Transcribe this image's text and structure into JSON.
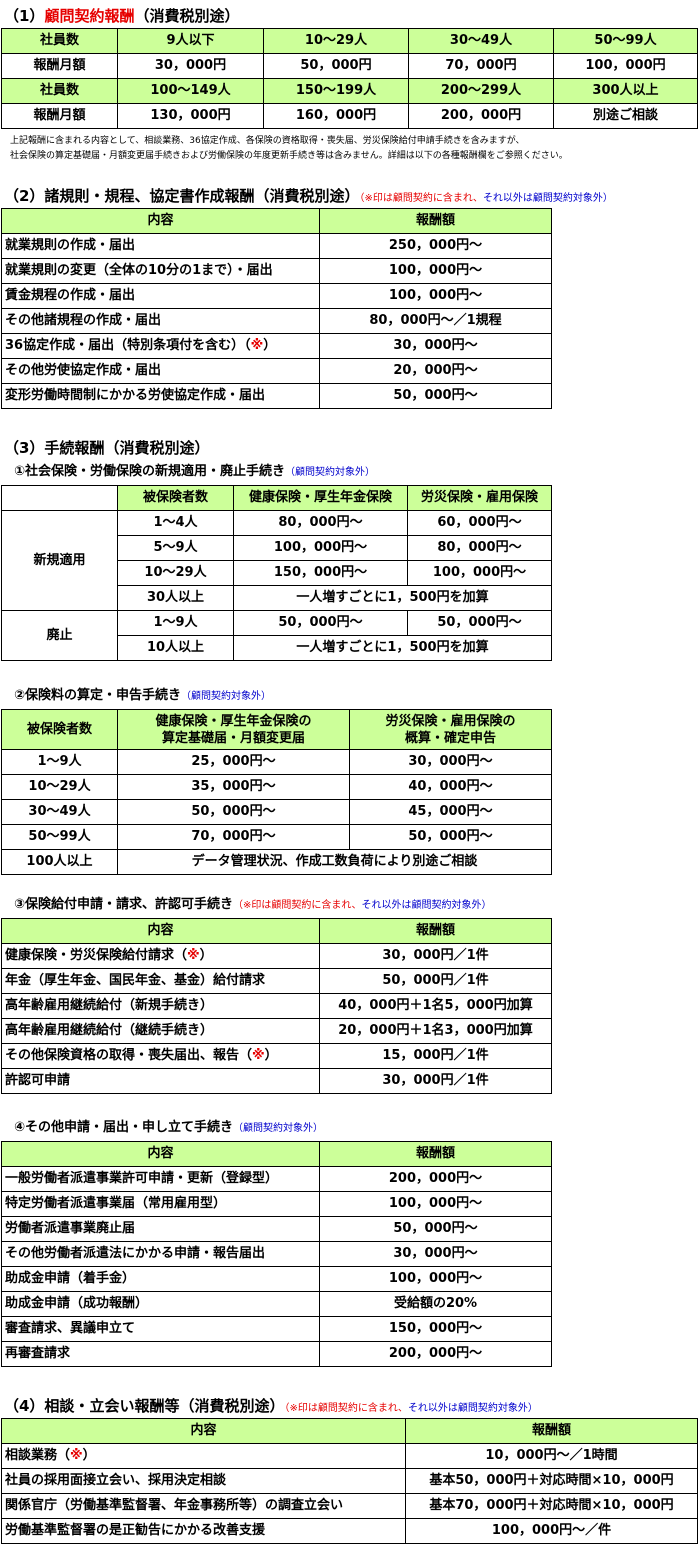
{
  "s1": {
    "title_pre": "（1）",
    "title_red": "顧問契約報酬",
    "title_post": "（消費税別途）",
    "rows": [
      {
        "head": "社員数",
        "cells": [
          "9人以下",
          "10～29人",
          "30～49人",
          "50～99人"
        ],
        "green": true
      },
      {
        "head": "報酬月額",
        "cells": [
          "30，000円",
          "50，000円",
          "70，000円",
          "100，000円"
        ],
        "green": false
      },
      {
        "head": "社員数",
        "cells": [
          "100～149人",
          "150～199人",
          "200～299人",
          "300人以上"
        ],
        "green": true
      },
      {
        "head": "報酬月額",
        "cells": [
          "130，000円",
          "160，000円",
          "200，000円",
          "別途ご相談"
        ],
        "green": false
      }
    ],
    "note1": "上記報酬に含まれる内容として、相談業務、36協定作成、各保険の資格取得・喪失届、労災保険給付申請手続きを含みますが、",
    "note2": "社会保険の算定基礎届・月額変更届手続きおよび労働保険の年度更新手続き等は含みません。詳細は以下の各種報酬欄をご参照ください。"
  },
  "s2": {
    "title": "（2）諸規則・規程、協定書作成報酬（消費税別途）",
    "note_red": "（※印は顧問契約に含まれ、",
    "note_blue": "それ以外は顧問契約対象外）",
    "headers": [
      "内容",
      "報酬額"
    ],
    "rows": [
      {
        "label": "就業規則の作成・届出",
        "mark": "",
        "value": "250，000円～"
      },
      {
        "label": "就業規則の変更（全体の10分の1まで）・届出",
        "mark": "",
        "value": "100，000円～"
      },
      {
        "label": "賃金規程の作成・届出",
        "mark": "",
        "value": "100，000円～"
      },
      {
        "label": "その他諸規程の作成・届出",
        "mark": "",
        "value": "80，000円～／1規程"
      },
      {
        "label": "36協定作成・届出（特別条項付を含む）（",
        "mark": "※",
        "label_end": "）",
        "value": "30，000円～"
      },
      {
        "label": "その他労使協定作成・届出",
        "mark": "",
        "value": "20，000円～"
      },
      {
        "label": "変形労働時間制にかかる労使協定作成・届出",
        "mark": "",
        "value": "50，000円～"
      }
    ]
  },
  "s3": {
    "title": "（3）手続報酬（消費税別途）",
    "sub1": {
      "title": "①社会保険・労働保険の新規適用・廃止手続き",
      "note": "（顧問契約対象外）",
      "headers": [
        "被保険者数",
        "健康保険・厚生年金保険",
        "労災保険・雇用保険"
      ],
      "group1": "新規適用",
      "group2": "廃止",
      "rows_new": [
        {
          "count": "1～4人",
          "a": "80，000円～",
          "b": "60，000円～"
        },
        {
          "count": "5～9人",
          "a": "100，000円～",
          "b": "80，000円～"
        },
        {
          "count": "10～29人",
          "a": "150，000円～",
          "b": "100，000円～"
        },
        {
          "count": "30人以上",
          "merged": "一人増すごとに1，500円を加算"
        }
      ],
      "rows_end": [
        {
          "count": "1～9人",
          "a": "50，000円～",
          "b": "50，000円～"
        },
        {
          "count": "10人以上",
          "merged": "一人増すごとに1，500円を加算"
        }
      ]
    },
    "sub2": {
      "title": "②保険料の算定・申告手続き",
      "note": "（顧問契約対象外）",
      "headers": [
        "被保険者数",
        "健康保険・厚生年金保険の",
        "算定基礎届・月額変更届",
        "労災保険・雇用保険の",
        "概算・確定申告"
      ],
      "rows": [
        {
          "count": "1～9人",
          "a": "25，000円～",
          "b": "30，000円～"
        },
        {
          "count": "10～29人",
          "a": "35，000円～",
          "b": "40，000円～"
        },
        {
          "count": "30～49人",
          "a": "50，000円～",
          "b": "45，000円～"
        },
        {
          "count": "50～99人",
          "a": "70，000円～",
          "b": "50，000円～"
        },
        {
          "count": "100人以上",
          "merged": "データ管理状況、作成工数負荷により別途ご相談"
        }
      ]
    },
    "sub3": {
      "title": "③保険給付申請・請求、許認可手続き",
      "note_red": "（※印は顧問契約に含まれ、",
      "note_blue": "それ以外は顧問契約対象外）",
      "headers": [
        "内容",
        "報酬額"
      ],
      "rows": [
        {
          "label": "健康保険・労災保険給付請求（",
          "mark": "※",
          "label_end": "）",
          "value": "30，000円／1件"
        },
        {
          "label": "年金（厚生年金、国民年金、基金）給付請求",
          "mark": "",
          "value": "50，000円／1件"
        },
        {
          "label": "高年齢雇用継続給付（新規手続き）",
          "mark": "",
          "value": "40，000円＋1名5，000円加算"
        },
        {
          "label": "高年齢雇用継続給付（継続手続き）",
          "mark": "",
          "value": "20，000円＋1名3，000円加算"
        },
        {
          "label": "その他保険資格の取得・喪失届出、報告（",
          "mark": "※",
          "label_end": "）",
          "value": "15，000円／1件"
        },
        {
          "label": "許認可申請",
          "mark": "",
          "value": "30，000円／1件"
        }
      ]
    },
    "sub4": {
      "title": "④その他申請・届出・申し立て手続き",
      "note": "（顧問契約対象外）",
      "headers": [
        "内容",
        "報酬額"
      ],
      "rows": [
        {
          "label": "一般労働者派遣事業許可申請・更新（登録型）",
          "value": "200，000円～"
        },
        {
          "label": "特定労働者派遣事業届（常用雇用型）",
          "value": "100，000円～"
        },
        {
          "label": "労働者派遣事業廃止届",
          "value": "50，000円～"
        },
        {
          "label": "その他労働者派遣法にかかる申請・報告届出",
          "value": "30，000円～"
        },
        {
          "label": "助成金申請（着手金）",
          "value": "100，000円～"
        },
        {
          "label": "助成金申請（成功報酬）",
          "value": "受給額の20%"
        },
        {
          "label": "審査請求、異議申立て",
          "value": "150，000円～"
        },
        {
          "label": "再審査請求",
          "value": "200，000円～"
        }
      ]
    }
  },
  "s4": {
    "title": "（4）相談・立会い報酬等（消費税別途）",
    "note_red": "（※印は顧問契約に含まれ、",
    "note_blue": "それ以外は顧問契約対象外）",
    "headers": [
      "内容",
      "報酬額"
    ],
    "rows": [
      {
        "label": "相談業務（",
        "mark": "※",
        "label_end": "）",
        "value": "10，000円～／1時間"
      },
      {
        "label": "社員の採用面接立会い、採用決定相談",
        "mark": "",
        "value": "基本50，000円＋対応時間×10，000円"
      },
      {
        "label": "関係官庁（労働基準監督署、年金事務所等）の調査立会い",
        "mark": "",
        "value": "基本70，000円＋対応時間×10，000円"
      },
      {
        "label": "労働基準監督署の是正勧告にかかる改善支援",
        "mark": "",
        "value": "100，000円～／件"
      }
    ]
  }
}
